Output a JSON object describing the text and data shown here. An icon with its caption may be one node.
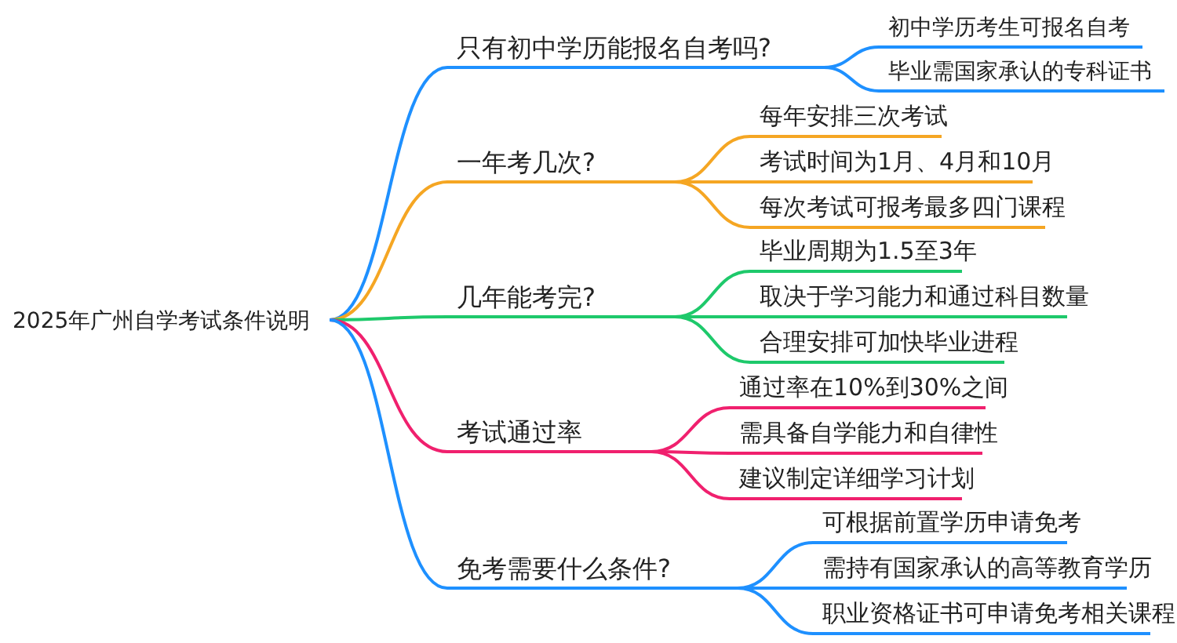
{
  "diagram": {
    "nodes": [
      {
        "text": [
          "2025年广州自学考试条件说明"
        ]
      },
      {
        "text": [
          "只有初中学历能报名自考吗?"
        ]
      },
      {
        "text": [
          "初中学历考生可报名自考"
        ]
      },
      {
        "text": [
          "毕业需国家承认的专科证书"
        ]
      },
      {
        "text": [
          "一年考几次?"
        ]
      },
      {
        "text": [
          "每年安排三次考试"
        ]
      },
      {
        "text": [
          "考试时间为1月、4月和10月"
        ]
      },
      {
        "text": [
          "每次考试可报考最多四门课程"
        ]
      },
      {
        "text": [
          "几年能考完?"
        ]
      },
      {
        "text": [
          "毕业周期为1.5至3年"
        ]
      },
      {
        "text": [
          "取决于学习能力和通过科目数量"
        ]
      },
      {
        "text": [
          "合理安排可加快毕业进程"
        ]
      },
      {
        "text": [
          "考试通过率"
        ]
      },
      {
        "text": [
          "通过率在10%到30%之间"
        ]
      },
      {
        "text": [
          "需具备自学能力和自律性"
        ]
      },
      {
        "text": [
          "建议制定详细学习计划"
        ]
      },
      {
        "text": [
          "免考需要什么条件?"
        ]
      },
      {
        "text": [
          "可根据前置学历申请免考"
        ]
      },
      {
        "text": [
          "需持有国家承认的高等教育学历"
        ]
      },
      {
        "text": [
          "职业资格证书可申请免考相关课程"
        ]
      }
    ],
    "edges": [
      {
        "from": 0,
        "to": 1,
        "arrow": "none"
      },
      {
        "from": 1,
        "to": 2,
        "arrow": "none"
      },
      {
        "from": 1,
        "to": 3,
        "arrow": "none"
      },
      {
        "from": 0,
        "to": 4,
        "arrow": "none",
        "color": "#f5a623"
      },
      {
        "from": 4,
        "to": 5,
        "arrow": "none",
        "color": "#f5a623"
      },
      {
        "from": 4,
        "to": 6,
        "arrow": "none",
        "color": "#f5a623"
      },
      {
        "from": 4,
        "to": 7,
        "arrow": "none",
        "color": "#f5a623"
      },
      {
        "from": 0,
        "to": 8,
        "arrow": "none",
        "color": "#1ec96b"
      },
      {
        "from": 8,
        "to": 9,
        "arrow": "none",
        "color": "#1ec96b"
      },
      {
        "from": 8,
        "to": 10,
        "arrow": "none",
        "color": "#1ec96b"
      },
      {
        "from": 8,
        "to": 11,
        "arrow": "none",
        "color": "#1ec96b"
      },
      {
        "from": 0,
        "to": 12,
        "arrow": "none",
        "color": "#f0206e"
      },
      {
        "from": 12,
        "to": 13,
        "arrow": "none",
        "color": "#f0206e"
      },
      {
        "from": 12,
        "to": 14,
        "arrow": "none",
        "color": "#f0206e"
      },
      {
        "from": 12,
        "to": 15,
        "arrow": "none",
        "color": "#f0206e"
      },
      {
        "from": 0,
        "to": 16,
        "arrow": "none"
      },
      {
        "from": 16,
        "to": 17,
        "arrow": "none"
      },
      {
        "from": 16,
        "to": 18,
        "arrow": "none"
      },
      {
        "from": 16,
        "to": 19,
        "arrow": "none"
      }
    ]
  }
}
